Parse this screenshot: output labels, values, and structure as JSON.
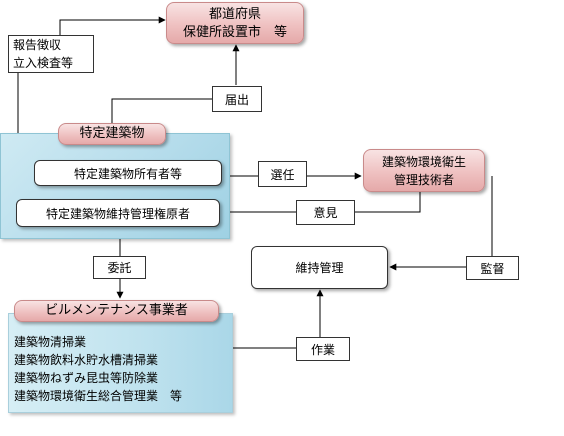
{
  "nodes": {
    "prefecture": {
      "line1": "都道府県",
      "line2": "保健所設置市　等"
    },
    "report_inspect": {
      "line1": "報告徴収",
      "line2": "立入検査等"
    },
    "notification": "届出",
    "specified_building": "特定建築物",
    "owner": "特定建築物所有者等",
    "maintenance_authority": "特定建築物維持管理権原者",
    "appointment": "選任",
    "engineer": {
      "line1": "建築物環境衛生",
      "line2": "管理技術者"
    },
    "opinion": "意見",
    "entrustment": "委託",
    "maintenance_mgmt": "維持管理",
    "supervision": "監督",
    "building_maintenance_operators": "ビルメンテナンス事業者",
    "business_list": [
      "建築物清掃業",
      "建築物飲料水貯水槽清掃業",
      "建築物ねずみ昆虫等防除業",
      "建築物環境衛生総合管理業　等"
    ],
    "work": "作業"
  },
  "colors": {
    "pink_fill": "#efc1c1",
    "blue_panel": "#b5dceb",
    "line": "#000000"
  }
}
